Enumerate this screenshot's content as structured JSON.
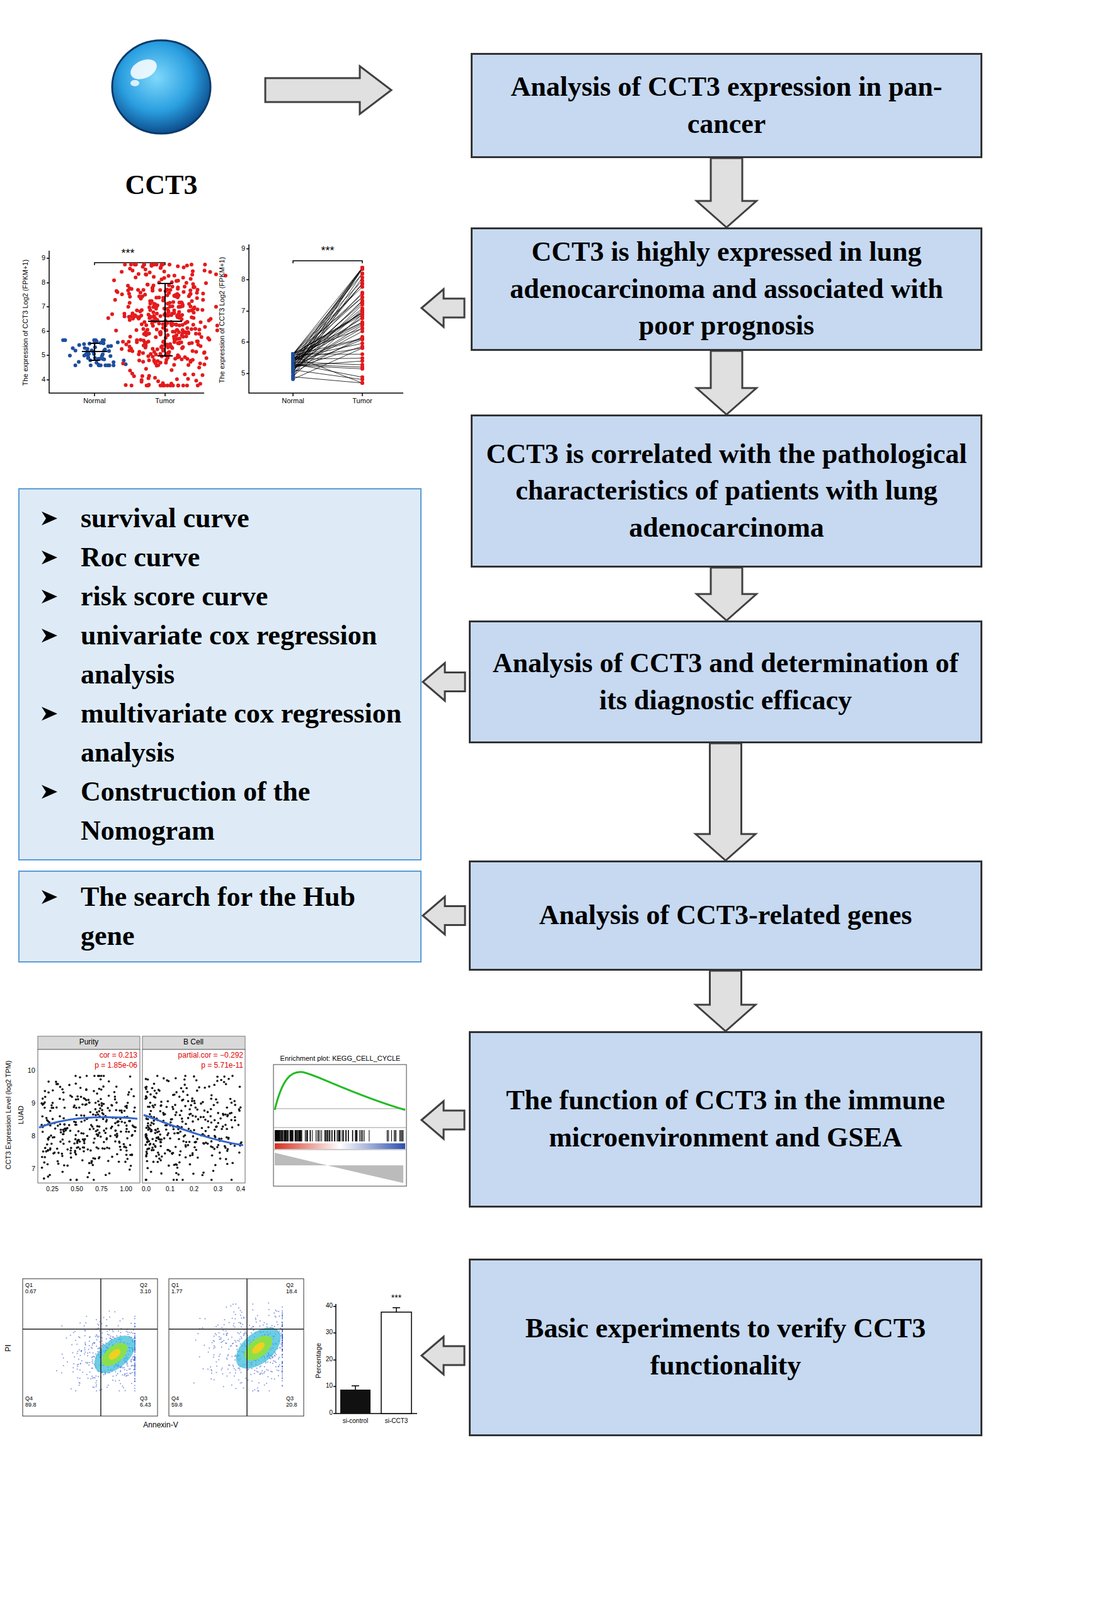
{
  "diagram": {
    "nodes": [
      {
        "text": [
          "CCT3"
        ]
      },
      {
        "text": [
          "Analysis of CCT3 expression in pan-cancer"
        ]
      },
      {
        "text": [
          "CCT3 is highly expressed in lung adenocarcinoma and associated with poor prognosis"
        ]
      },
      {
        "text": [
          "CCT3 is correlated with the pathological characteristics of patients with lung adenocarcinoma"
        ]
      },
      {
        "text": [
          "Analysis of CCT3 and determination of its diagnostic efficacy"
        ]
      },
      {
        "text": [
          "survival curve",
          "Roc curve",
          "risk score curve",
          "univariate cox regression analysis",
          "multivariate cox regression analysis",
          "Construction of the Nomogram"
        ]
      },
      {
        "text": [
          "Analysis of CCT3-related genes"
        ]
      },
      {
        "text": [
          "The search for the Hub gene"
        ]
      },
      {
        "text": [
          "The function of CCT3 in the immune microenvironment and GSEA"
        ]
      },
      {
        "text": [
          "Basic experiments to verify CCT3 functionality"
        ]
      }
    ],
    "edges": [
      {
        "from": 0,
        "to": 1,
        "arrow": "to"
      },
      {
        "from": 1,
        "to": 2,
        "arrow": "to"
      },
      {
        "from": 2,
        "to": 3,
        "arrow": "to"
      },
      {
        "from": 3,
        "to": 4,
        "arrow": "to"
      },
      {
        "from": 4,
        "to": 5,
        "arrow": "to"
      },
      {
        "from": 4,
        "to": 6,
        "arrow": "to"
      },
      {
        "from": 6,
        "to": 7,
        "arrow": "to"
      },
      {
        "from": 6,
        "to": 8,
        "arrow": "to"
      }
    ],
    "labels": [
      "***",
      "The expression of CCT3 Log2 (FPKM+1)",
      "9",
      "8",
      "7",
      "6",
      "5",
      "4",
      "Normal",
      "Tumor",
      "***",
      "The expression of CCT3 Log2 (FPKM+1)",
      "9",
      "8",
      "7",
      "6",
      "5",
      "Normal",
      "Tumor",
      "Purity",
      "B Cell",
      "cor = 0.213",
      "p = 1.85e-06",
      "partial.cor = −0.292",
      "p = 5.71e-11",
      "CCT3 Expression Level (log2 TPM)",
      "LUAD",
      "10",
      "9",
      "8",
      "7",
      "0.25",
      "0.50",
      "0.75",
      "1.00",
      "0.0",
      "0.1",
      "0.2",
      "0.3",
      "0.4",
      "Enrichment plot: KEGG_CELL_CYCLE",
      "PI",
      "Annexin-V",
      "Q1 0.67",
      "Q2 3.10",
      "Q4 89.8",
      "Q3 6.43",
      "Q1 1.77",
      "Q2 18.4",
      "Q4 59.8",
      "Q3 20.8",
      "Percentage",
      "40",
      "30",
      "20",
      "10",
      "0",
      "***",
      "si-control",
      "si-CCT3"
    ]
  }
}
